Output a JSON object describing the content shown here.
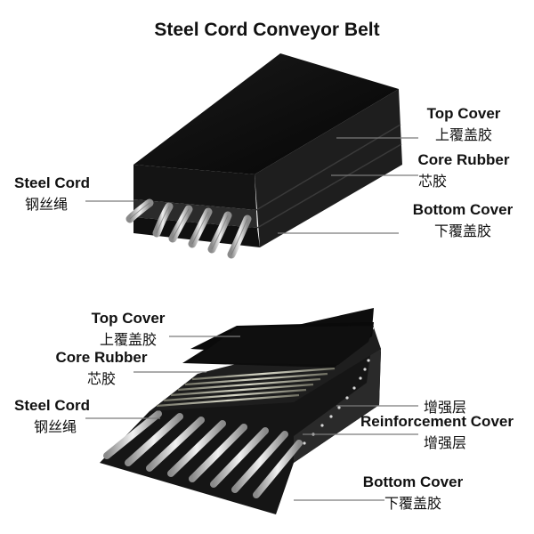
{
  "title": "Steel Cord Conveyor Belt",
  "diagram1": {
    "top_cover": {
      "en": "Top Cover",
      "zh": "上覆盖胶"
    },
    "core_rubber": {
      "en": "Core Rubber",
      "zh": "芯胶"
    },
    "bottom_cover": {
      "en": "Bottom Cover",
      "zh": "下覆盖胶"
    },
    "steel_cord": {
      "en": "Steel Cord",
      "zh": "钢丝绳"
    }
  },
  "diagram2": {
    "top_cover": {
      "en": "Top Cover",
      "zh": "上覆盖胶"
    },
    "core_rubber": {
      "en": "Core Rubber",
      "zh": "芯胶"
    },
    "steel_cord": {
      "en": "Steel Cord",
      "zh": "钢丝绳"
    },
    "reinforcement_top": {
      "zh": "增强层"
    },
    "reinforcement_cover": {
      "en": "Reinforcement Cover",
      "zh": "增强层"
    },
    "bottom_cover": {
      "en": "Bottom Cover",
      "zh": "下覆盖胶"
    }
  },
  "colors": {
    "rubber": "#0d0d0d",
    "rubber_side": "#1c1c1c",
    "core": "#2a2a2a",
    "steel": "#c9c9c9",
    "leader": "#7a7a7a"
  }
}
